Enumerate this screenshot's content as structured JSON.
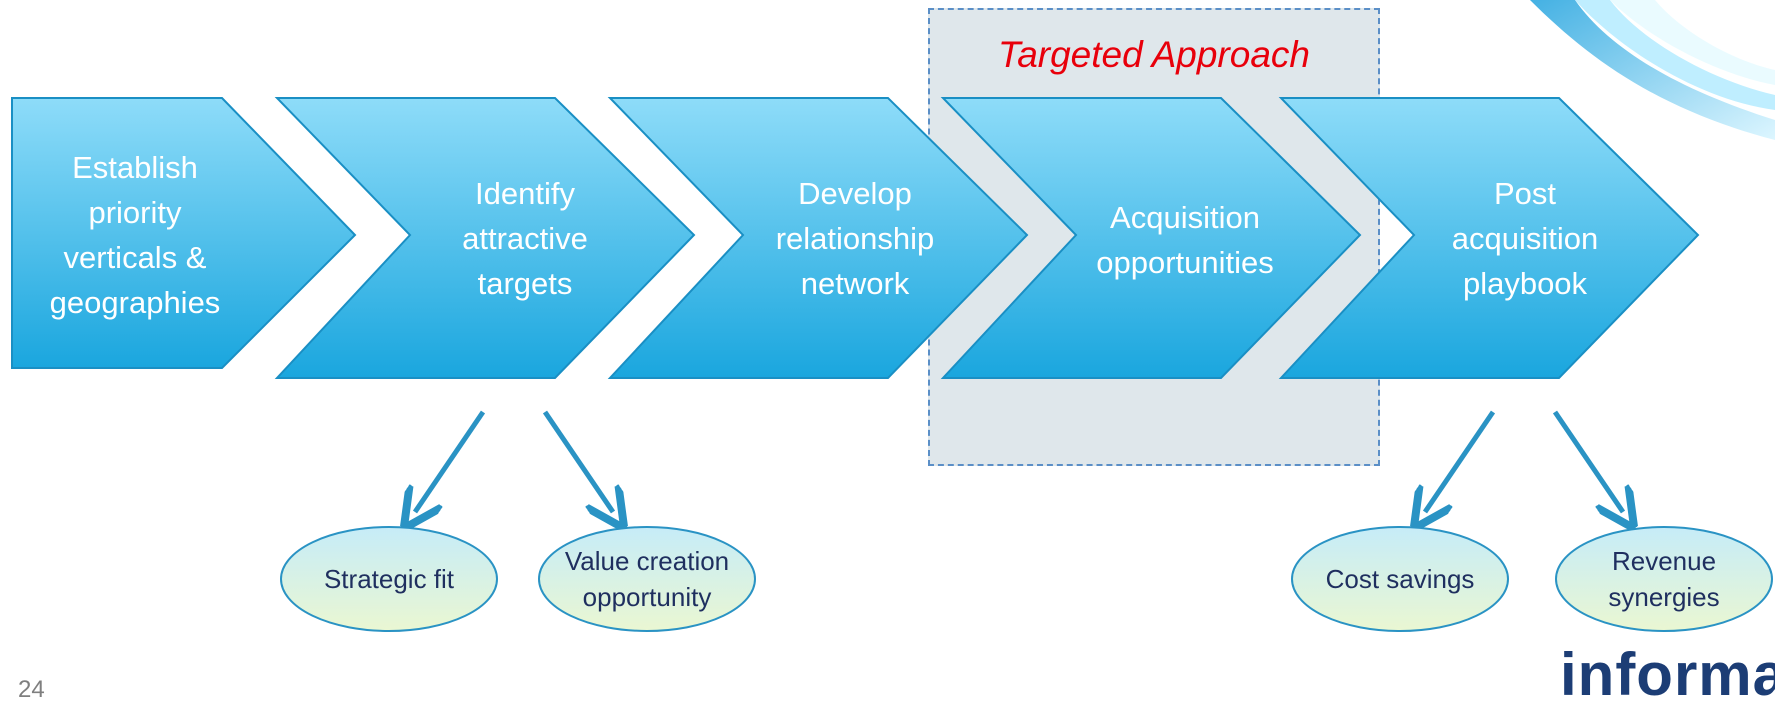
{
  "highlight": {
    "title": "Targeted Approach"
  },
  "steps": [
    {
      "label": "Establish priority verticals & geographies"
    },
    {
      "label": "Identify attractive targets"
    },
    {
      "label": "Develop relationship network"
    },
    {
      "label": "Acquisition opportunities"
    },
    {
      "label": "Post acquisition playbook"
    }
  ],
  "outcomes": [
    {
      "label": "Strategic fit"
    },
    {
      "label": "Value creation opportunity"
    },
    {
      "label": "Cost savings"
    },
    {
      "label": "Revenue synergies"
    }
  ],
  "footer": {
    "page_number": "24",
    "logo_text": "informa"
  },
  "colors": {
    "chevron_top": "#8edcf9",
    "chevron_bottom": "#1aa6de",
    "chevron_stroke": "#1a8fc4",
    "arrow": "#2a93c4",
    "oval_top": "#c6ecf8",
    "oval_bottom": "#eaf7d2",
    "oval_stroke": "#2a93c4",
    "highlight_title": "#e8000b",
    "logo": "#1c3d75"
  }
}
